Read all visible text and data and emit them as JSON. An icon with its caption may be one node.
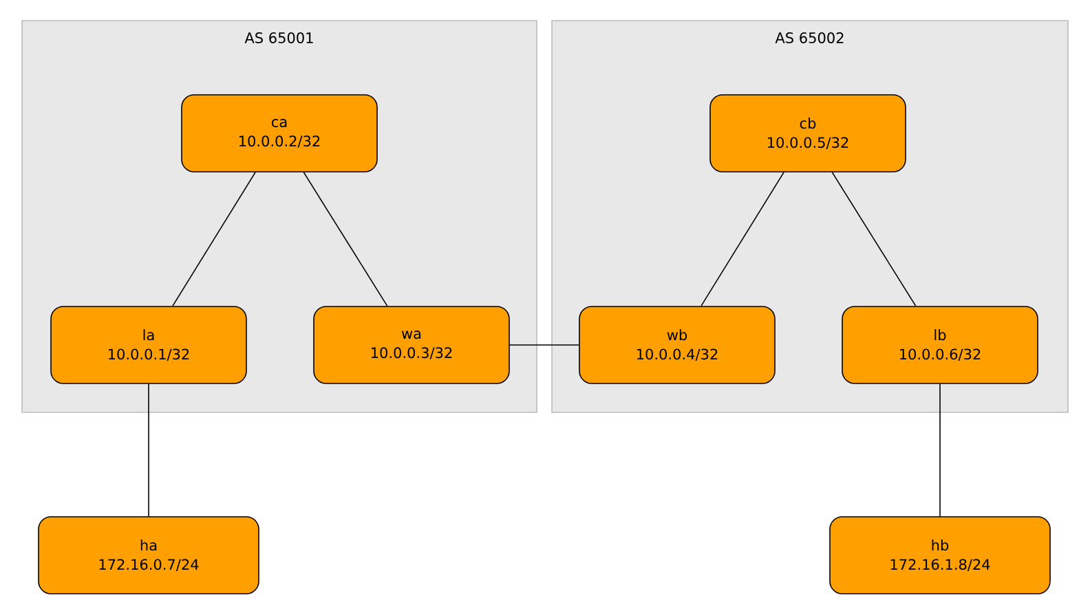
{
  "diagram": {
    "nodes": [
      {
        "text": [
          "AS 65001"
        ]
      },
      {
        "text": [
          "AS 65002"
        ]
      },
      {
        "text": [
          "ca",
          "10.0.0.2/32"
        ],
        "in": 0
      },
      {
        "text": [
          "la",
          "10.0.0.1/32"
        ],
        "in": 0
      },
      {
        "text": [
          "wa",
          "10.0.0.3/32"
        ],
        "in": 0
      },
      {
        "text": [
          "cb",
          "10.0.0.5/32"
        ],
        "in": 1
      },
      {
        "text": [
          "wb",
          "10.0.0.4/32"
        ],
        "in": 1
      },
      {
        "text": [
          "lb",
          "10.0.0.6/32"
        ],
        "in": 1
      },
      {
        "text": [
          "ha",
          "172.16.0.7/24"
        ]
      },
      {
        "text": [
          "hb",
          "172.16.1.8/24"
        ]
      }
    ],
    "edges": [
      {
        "from": 2,
        "to": 3,
        "arrow": "none"
      },
      {
        "from": 2,
        "to": 4,
        "arrow": "none"
      },
      {
        "from": 5,
        "to": 6,
        "arrow": "none"
      },
      {
        "from": 5,
        "to": 7,
        "arrow": "none"
      },
      {
        "from": 4,
        "to": 6,
        "arrow": "none"
      },
      {
        "from": 3,
        "to": 8,
        "arrow": "none"
      },
      {
        "from": 7,
        "to": 9,
        "arrow": "none"
      }
    ]
  }
}
